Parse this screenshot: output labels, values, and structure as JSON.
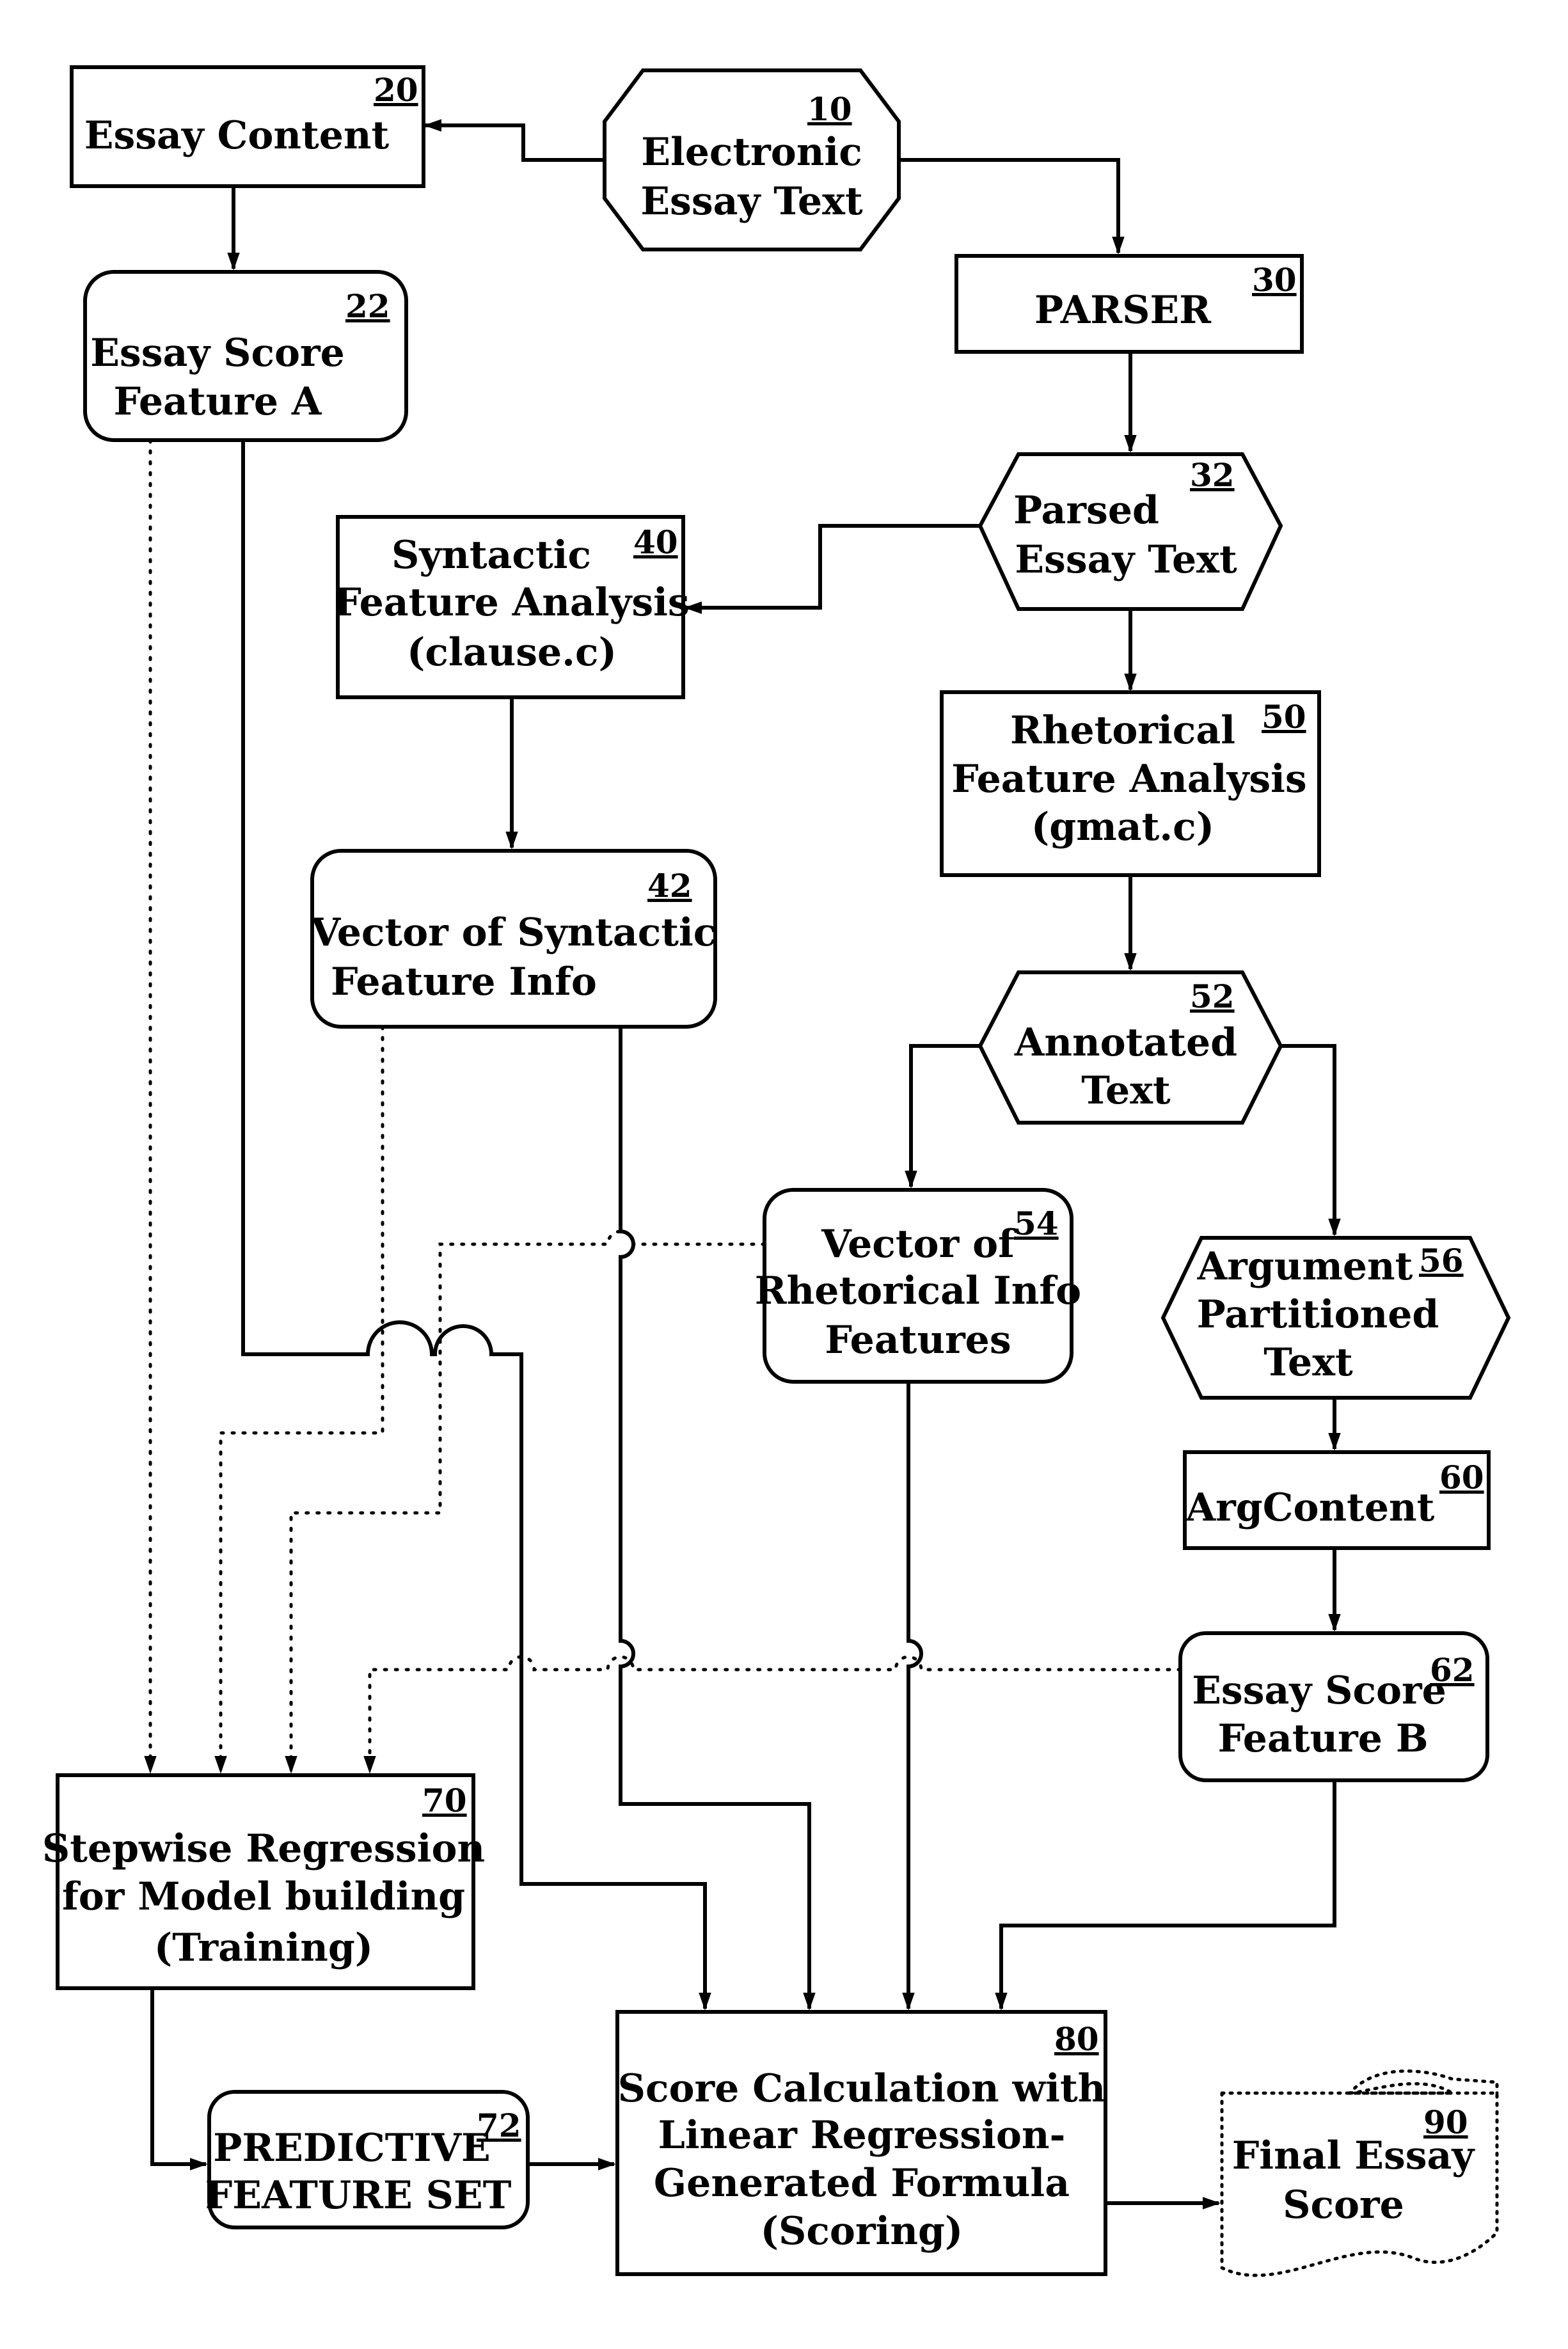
{
  "nodes": [
    {
      "id": "n10",
      "number": "10",
      "lines": [
        "Electronic",
        "Essay Text"
      ]
    },
    {
      "id": "n20",
      "number": "20",
      "lines": [
        "Essay Content"
      ]
    },
    {
      "id": "n22",
      "number": "22",
      "lines": [
        "Essay Score",
        "Feature A"
      ]
    },
    {
      "id": "n30",
      "number": "30",
      "lines": [
        "PARSER"
      ]
    },
    {
      "id": "n32",
      "number": "32",
      "lines": [
        "Parsed",
        "Essay Text"
      ]
    },
    {
      "id": "n40",
      "number": "40",
      "lines": [
        "Syntactic",
        "Feature Analysis",
        "(clause.c)"
      ]
    },
    {
      "id": "n42",
      "number": "42",
      "lines": [
        "Vector of Syntactic",
        "Feature Info"
      ]
    },
    {
      "id": "n50",
      "number": "50",
      "lines": [
        "Rhetorical",
        "Feature Analysis",
        "(gmat.c)"
      ]
    },
    {
      "id": "n52",
      "number": "52",
      "lines": [
        "Annotated",
        "Text"
      ]
    },
    {
      "id": "n54",
      "number": "54",
      "lines": [
        "Vector of",
        "Rhetorical Info",
        "Features"
      ]
    },
    {
      "id": "n56",
      "number": "56",
      "lines": [
        "Argument",
        "Partitioned",
        "Text"
      ]
    },
    {
      "id": "n60",
      "number": "60",
      "lines": [
        "ArgContent"
      ]
    },
    {
      "id": "n62",
      "number": "62",
      "lines": [
        "Essay Score",
        "Feature B"
      ]
    },
    {
      "id": "n70",
      "number": "70",
      "lines": [
        "Stepwise Regression",
        "for Model building",
        "(Training)"
      ]
    },
    {
      "id": "n72",
      "number": "72",
      "lines": [
        "PREDICTIVE",
        "FEATURE SET"
      ]
    },
    {
      "id": "n80",
      "number": "80",
      "lines": [
        "Score Calculation with",
        "Linear Regression-",
        "Generated Formula",
        "(Scoring)"
      ]
    },
    {
      "id": "n90",
      "number": "90",
      "lines": [
        "Final Essay",
        "Score"
      ]
    }
  ]
}
